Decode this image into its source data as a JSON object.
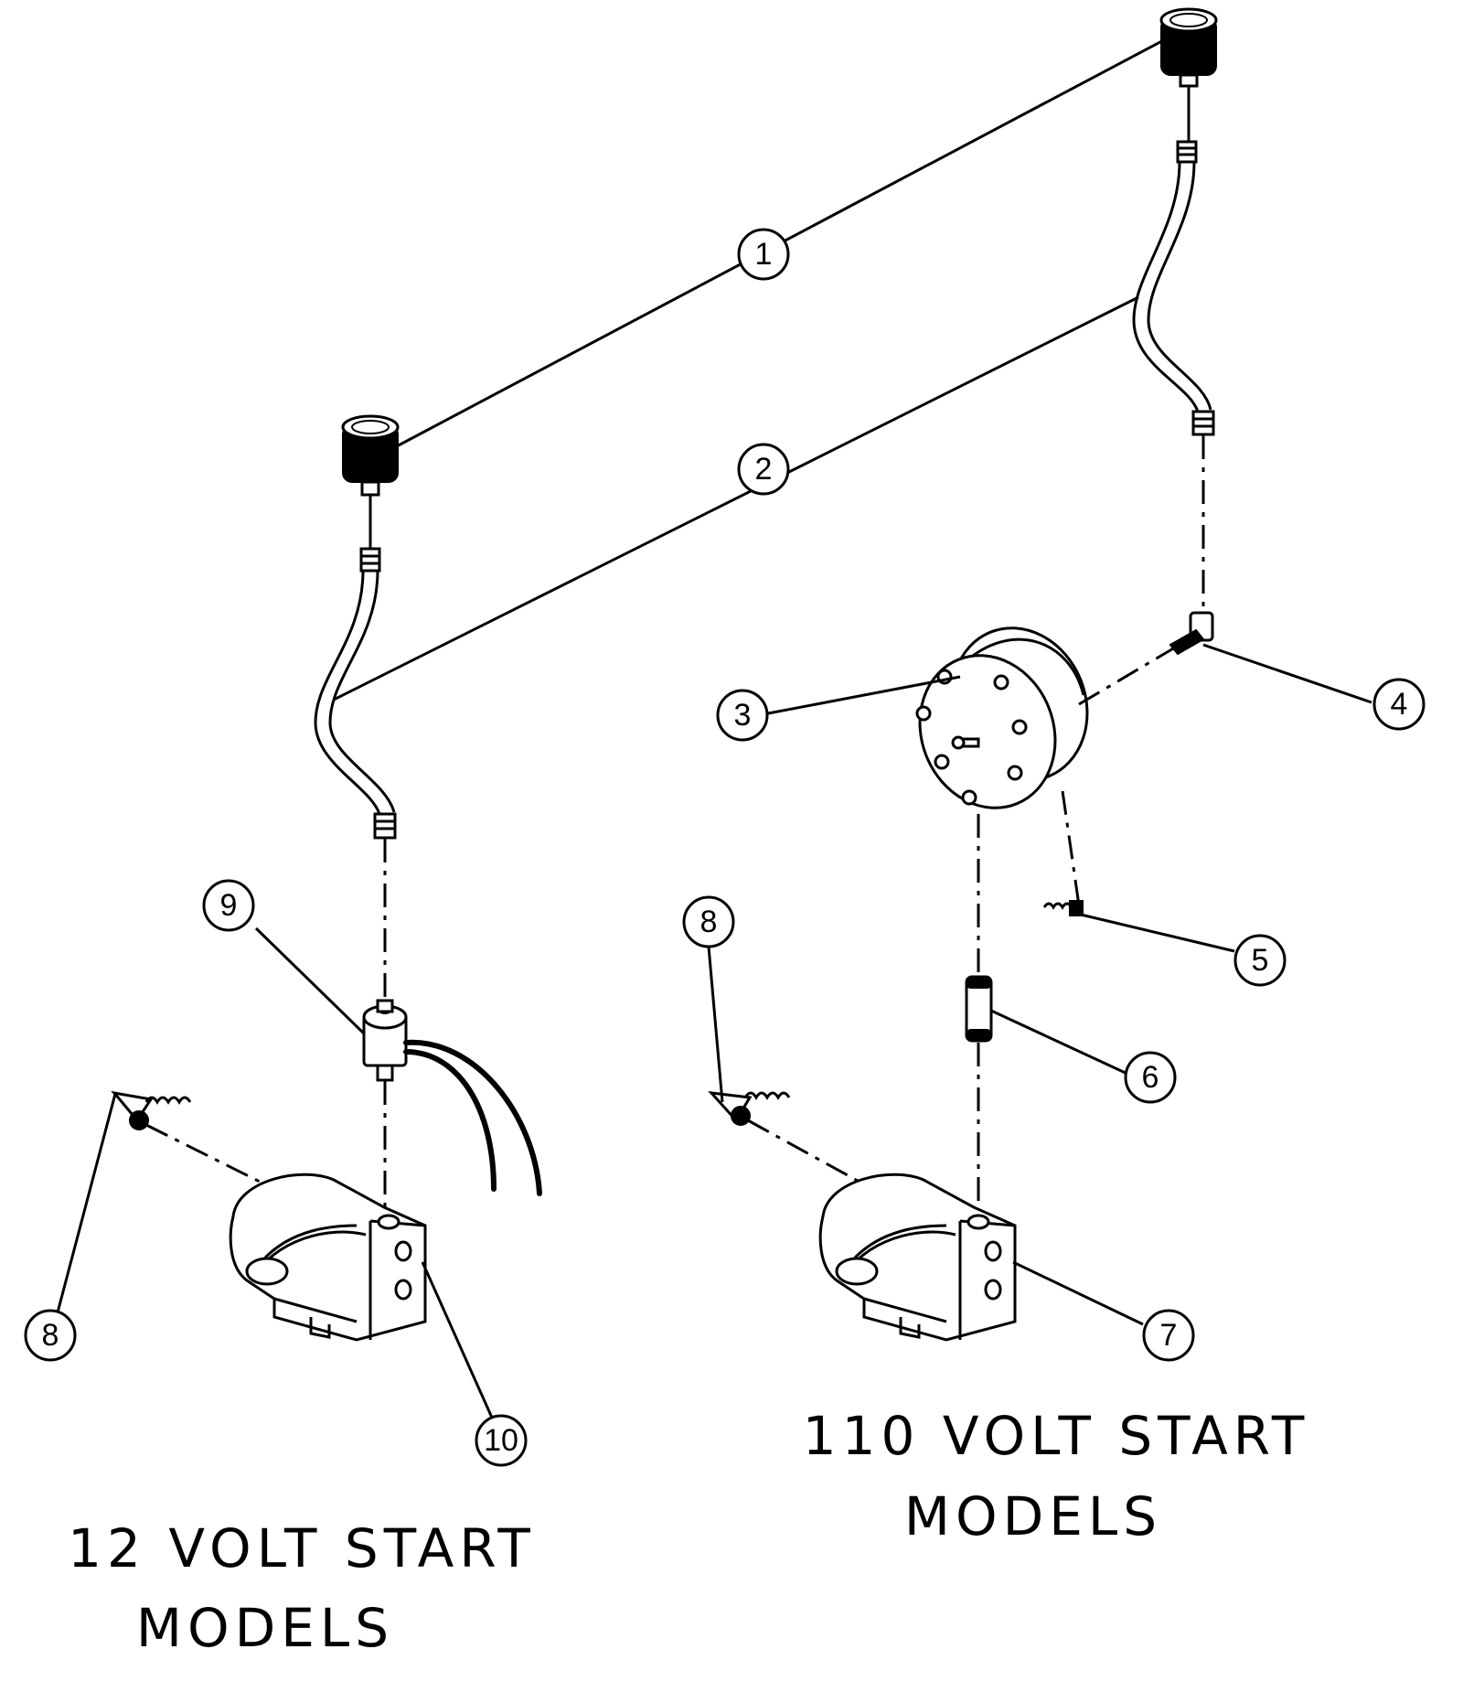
{
  "callouts": [
    {
      "id": "c1",
      "label": "1"
    },
    {
      "id": "c2",
      "label": "2"
    },
    {
      "id": "c3",
      "label": "3"
    },
    {
      "id": "c4",
      "label": "4"
    },
    {
      "id": "c5",
      "label": "5"
    },
    {
      "id": "c6",
      "label": "6"
    },
    {
      "id": "c7",
      "label": "7"
    },
    {
      "id": "c8a",
      "label": "8"
    },
    {
      "id": "c8b",
      "label": "8"
    },
    {
      "id": "c9",
      "label": "9"
    },
    {
      "id": "c10",
      "label": "10"
    }
  ],
  "captions": {
    "left_line1": "12 VOLT START",
    "left_line2": "MODELS",
    "right_line1": "110 VOLT START",
    "right_line2": "MODELS"
  }
}
